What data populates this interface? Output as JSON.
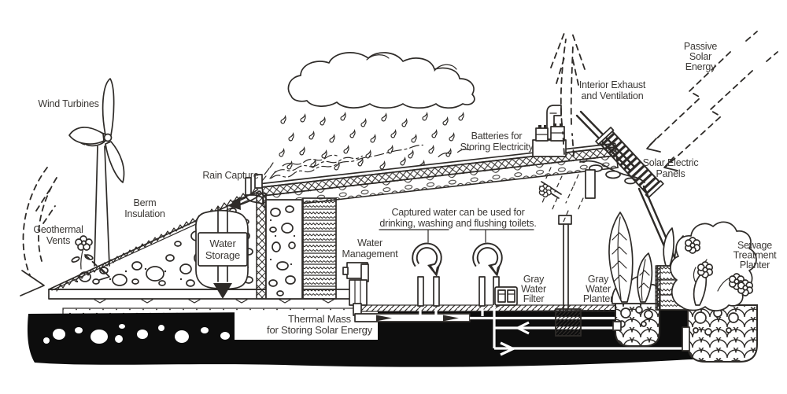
{
  "colors": {
    "ink": "#2e2b28",
    "text": "#3b3835",
    "ground": "#0d0d0d",
    "paper": "#ffffff"
  },
  "labels": {
    "wind_turbines": "Wind Turbines",
    "geothermal_vents": [
      "Geothermal",
      "Vents"
    ],
    "berm_insulation": [
      "Berm",
      "Insulation"
    ],
    "rain_capture": "Rain Capture",
    "water_storage": [
      "Water",
      "Storage"
    ],
    "batteries": [
      "Batteries for",
      "Storing Electricity"
    ],
    "interior_exhaust": [
      "Interior Exhaust",
      "and Ventilation"
    ],
    "passive_solar": [
      "Passive",
      "Solar",
      "Energy"
    ],
    "solar_electric_panels": [
      "Solar Electric",
      "Panels"
    ],
    "captured_water": [
      "Captured water can be used for",
      "drinking, washing and flushing toilets."
    ],
    "water_management": [
      "Water",
      "Management"
    ],
    "thermal_mass": [
      "Thermal Mass",
      "for Storing Solar Energy"
    ],
    "gray_water_filter": [
      "Gray",
      "Water",
      "Filter"
    ],
    "gray_water_planter": [
      "Gray",
      "Water",
      "Planter"
    ],
    "sewage_treatment_planter": [
      "Sewage",
      "Treatment",
      "Planter"
    ]
  }
}
